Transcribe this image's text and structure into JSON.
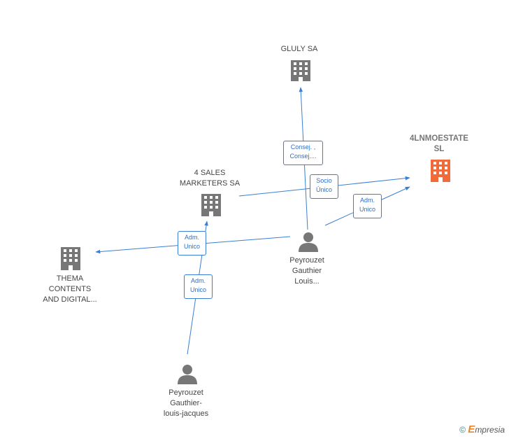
{
  "nodes": {
    "gluly": {
      "lines": [
        "GLULY SA"
      ],
      "type": "company"
    },
    "lnmo": {
      "lines": [
        "4LNMOESTATE",
        "SL"
      ],
      "type": "company",
      "highlight": true
    },
    "sales": {
      "lines": [
        "4 SALES",
        "MARKETERS SA"
      ],
      "type": "company"
    },
    "thema": {
      "lines": [
        "THEMA",
        "CONTENTS",
        "AND DIGITAL..."
      ],
      "type": "company"
    },
    "louis": {
      "lines": [
        "Peyrouzet",
        "Gauthier",
        "Louis..."
      ],
      "type": "person"
    },
    "jacques": {
      "lines": [
        "Peyrouzet",
        "Gauthier-",
        "louis-jacques"
      ],
      "type": "person"
    }
  },
  "edges": [
    {
      "id": "consej",
      "lines": [
        "Consej. ,",
        "Consej...."
      ]
    },
    {
      "id": "socio",
      "lines": [
        "Socio",
        "Único"
      ]
    },
    {
      "id": "adm-lnmo",
      "lines": [
        "Adm.",
        "Unico"
      ]
    },
    {
      "id": "adm-thema",
      "lines": [
        "Adm.",
        "Unico"
      ]
    },
    {
      "id": "adm-sales",
      "lines": [
        "Adm.",
        "Unico"
      ]
    }
  ],
  "footer": {
    "copyright": "©",
    "brand_initial": "E",
    "brand_rest": "mpresia"
  },
  "colors": {
    "edge": "#3a7fd5",
    "company": "#777777",
    "highlight": "#f26a3a",
    "person": "#777777"
  }
}
